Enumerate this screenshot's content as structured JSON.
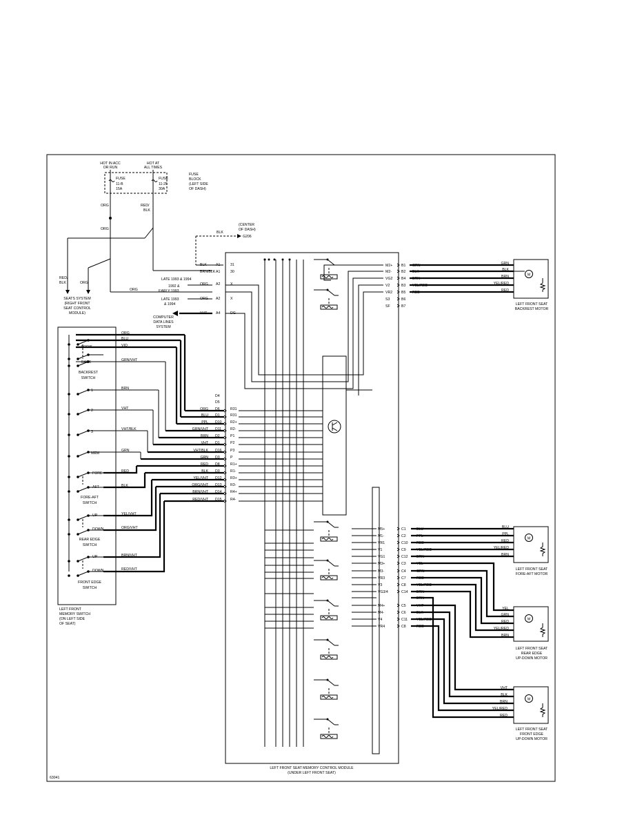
{
  "power": {
    "hot_acc": [
      "HOT IN ACC",
      "OR RUN"
    ],
    "hot_all": [
      "HOT AT",
      "ALL TIMES"
    ],
    "fuse1": [
      "FUSE",
      "11-B",
      "15A"
    ],
    "fuse2": [
      "FUSE",
      "11-25",
      "30A"
    ],
    "fuse_block": [
      "FUSE",
      "BLOCK",
      "(LEFT SIDE",
      "OF DASH)"
    ],
    "wire_org": "ORG",
    "wire_redblk": [
      "RED/",
      "BLK"
    ],
    "wire_org2": "ORG",
    "ground_wire": "BLK",
    "ground_note": [
      "(CENTER",
      "OF DASH)"
    ],
    "ground_id": "G206"
  },
  "left_systems": {
    "seats_wire": [
      "RED/",
      "BLK"
    ],
    "seats_org": "ORG",
    "seats_system": [
      "SEATS SYSTEM",
      "(RIGHT FRONT",
      "SEAT CONTROL",
      "MODULE)"
    ],
    "org_label": "ORG",
    "late_1993_1994": "LATE 1993 & 1994",
    "early_1993": [
      "1992 &",
      "EARLY 1993"
    ],
    "late_1993": [
      "LATE 1993",
      "& 1994"
    ],
    "computer": [
      "COMPUTER",
      "DATA LINES",
      "SYSTEM"
    ]
  },
  "module_left_pins": [
    {
      "wire": "BLK",
      "pin": "A1",
      "inner": "31"
    },
    {
      "wire": "BRN/BLK",
      "pin": "A1",
      "inner": "30"
    },
    {
      "wire": "ORG",
      "pin": "A2",
      "inner": "X"
    },
    {
      "wire": "ORG",
      "pin": "A2",
      "inner": "X"
    },
    {
      "wire": "VHT",
      "pin": "A4",
      "inner": "DG"
    }
  ],
  "module_right_pins_top": [
    {
      "inner": "M2+",
      "pin": "B1",
      "wire": "GRN"
    },
    {
      "inner": "M2-",
      "pin": "B2",
      "wire": "BLK"
    },
    {
      "inner": "VG2",
      "pin": "B4",
      "wire": "BRN"
    },
    {
      "inner": "V2",
      "pin": "B3",
      "wire": "YEL/RED"
    },
    {
      "inner": "VR2",
      "pin": "B5",
      "wire": "RED"
    },
    {
      "inner": "S3",
      "pin": "B6",
      "wire": ""
    },
    {
      "inner": "SF",
      "pin": "B7",
      "wire": ""
    }
  ],
  "backrest_motor": {
    "wires": [
      "GRN",
      "BLK",
      "BRN",
      "YEL/RED",
      "RED"
    ],
    "title": [
      "LEFT FRONT SEAT",
      "BACKREST MOTOR"
    ]
  },
  "switch_wires": [
    {
      "name": "ORG",
      "pin": "D6",
      "inner": "R31"
    },
    {
      "name": "BLU",
      "pin": "D1",
      "inner": "R31"
    },
    {
      "name": "PPL",
      "pin": "D10",
      "inner": "R2+"
    },
    {
      "name": "GRN/VHT",
      "pin": "D11",
      "inner": "R2-"
    },
    {
      "name": "BRN",
      "pin": "D2",
      "inner": "P1"
    },
    {
      "name": "VHT",
      "pin": "D1",
      "inner": "P2"
    },
    {
      "name": "VHT/BLK",
      "pin": "D16",
      "inner": "P3"
    },
    {
      "name": "GRN",
      "pin": "D3",
      "inner": "P"
    },
    {
      "name": "RED",
      "pin": "D8",
      "inner": "R1+"
    },
    {
      "name": "BLK",
      "pin": "D3",
      "inner": "R1-"
    },
    {
      "name": "YEL/VHT",
      "pin": "D12",
      "inner": "R3+"
    },
    {
      "name": "ORG/VHT",
      "pin": "D13",
      "inner": "R3-"
    },
    {
      "name": "BRN/VHT",
      "pin": "D14",
      "inner": "R4+"
    },
    {
      "name": "RED/VHT",
      "pin": "D15",
      "inner": "R4-"
    }
  ],
  "spare_pins": [
    "D4",
    "D5"
  ],
  "memory_switch": {
    "top_wires": [
      "ORG",
      "BLU",
      "VIO",
      "GRN/VHT"
    ],
    "fore_aft_labels": [
      "FOR/K",
      "BACK"
    ],
    "backrest": [
      "BACKREST",
      "SWITCH"
    ],
    "mem_wires": [
      "BRN",
      "VHT",
      "VHT/BLK",
      "GRN"
    ],
    "mem_labels": [
      "1",
      "2",
      "3",
      "MEM"
    ],
    "fore_aft_wires": [
      "RED",
      "BLK"
    ],
    "fore_aft_names": [
      "FORE",
      "AFT"
    ],
    "fore_aft_switch": [
      "FORE-AFT",
      "SWITCH"
    ],
    "rear_edge_wires": [
      "YEL/VHT",
      "ORG/VHT"
    ],
    "rear_edge_names": [
      "UP",
      "DOWN"
    ],
    "rear_edge_switch": [
      "REAR EDGE",
      "SWITCH"
    ],
    "front_edge_wires": [
      "BRN/VHT",
      "RED/VHT"
    ],
    "front_edge_names": [
      "UP",
      "DOWN"
    ],
    "front_edge_switch": [
      "FRONT EDGE",
      "SWITCH"
    ],
    "title": [
      "LEFT FRONT",
      "MEMORY SWITCH",
      "(ON LEFT SIDE",
      "OF SEAT)"
    ]
  },
  "module_right_pins_bottom": [
    {
      "inner": "M5+",
      "pin": "C1",
      "wire": "BLU"
    },
    {
      "inner": "M1-",
      "pin": "C2",
      "wire": "PPL"
    },
    {
      "inner": "VR1",
      "pin": "C10",
      "wire": "RED"
    },
    {
      "inner": "V1",
      "pin": "C9",
      "wire": "YEL/RED"
    },
    {
      "inner": "VG1",
      "pin": "C12",
      "wire": "BRN"
    },
    {
      "inner": "M3+",
      "pin": "C3",
      "wire": "YEL"
    },
    {
      "inner": "M3-",
      "pin": "C4",
      "wire": "GRN"
    },
    {
      "inner": "VR3",
      "pin": "C7",
      "wire": "RED"
    },
    {
      "inner": "V3",
      "pin": "C8",
      "wire": "YEL/RED"
    },
    {
      "inner": "VG3/4",
      "pin": "C14",
      "wire": "BRN"
    },
    {
      "inner": "",
      "pin": "",
      "wire": "BRN"
    },
    {
      "inner": "M4+",
      "pin": "C5",
      "wire": "VHT"
    },
    {
      "inner": "M4-",
      "pin": "C6",
      "wire": "BLK"
    },
    {
      "inner": "V4",
      "pin": "C11",
      "wire": "YEL/RED"
    },
    {
      "inner": "VR4",
      "pin": "C8",
      "wire": "RED"
    }
  ],
  "fore_aft_motor": {
    "wires": [
      "BLU",
      "PPL",
      "RED",
      "YEL/RED",
      "BRN"
    ],
    "title": [
      "LEFT FRONT SEAT",
      "FORE-AFT MOTOR"
    ]
  },
  "rear_edge_motor": {
    "wires": [
      "YEL",
      "GRN",
      "RED",
      "YEL/RED",
      "BRN"
    ],
    "title": [
      "LEFT FRONT SEAT",
      "REAR EDGE",
      "UP-DOWN MOTOR"
    ]
  },
  "front_edge_motor": {
    "wires": [
      "VHT",
      "BLK",
      "BRN",
      "YEL/RED",
      "RED"
    ],
    "title": [
      "LEFT FRONT SEAT",
      "FRONT EDGE",
      "UP-DOWN MOTOR"
    ]
  },
  "motor_symbol": "M",
  "module_title": [
    "LEFT FRONT SEAT MEMORY CONTROL MODULE",
    "(UNDER LEFT FRONT SEAT)"
  ],
  "figure_id": "63041"
}
